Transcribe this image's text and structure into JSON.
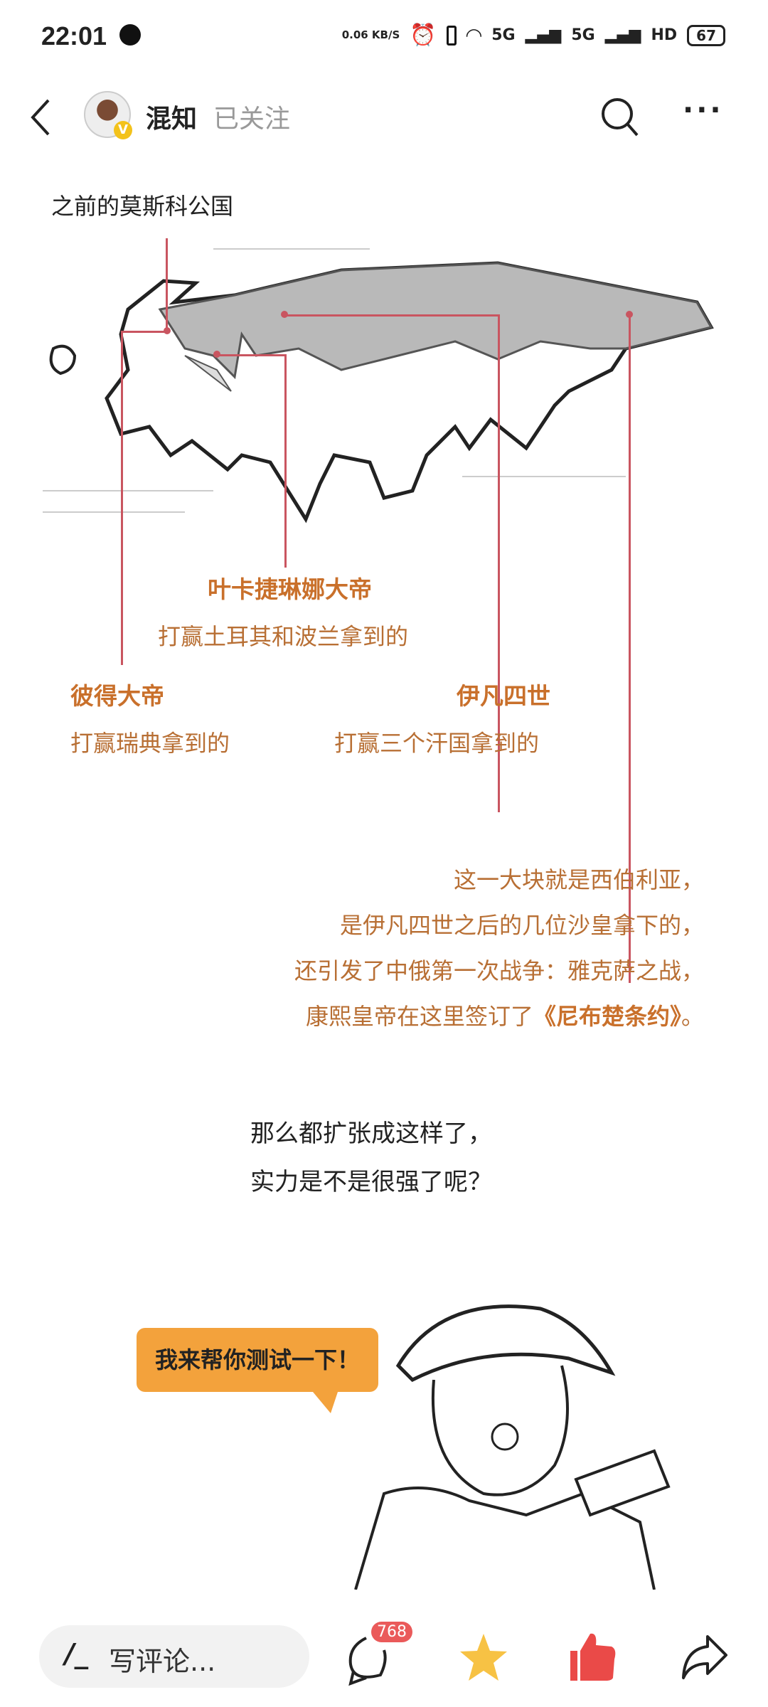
{
  "status_bar": {
    "time": "22:01",
    "net_speed": "0.06 KB/S",
    "signal1": "5G",
    "signal2": "5G",
    "hd": "HD",
    "battery": "67"
  },
  "header": {
    "author": "混知",
    "follow_status": "已关注",
    "icons": [
      "back-icon",
      "search-icon",
      "more-icon"
    ]
  },
  "map": {
    "moscow_label": "之前的莫斯科公国",
    "catherine": {
      "name": "叶卡捷琳娜大帝",
      "desc": "打赢土耳其和波兰拿到的"
    },
    "peter": {
      "name": "彼得大帝",
      "desc": "打赢瑞典拿到的"
    },
    "ivan": {
      "name": "伊凡四世",
      "desc": "打赢三个汗国拿到的"
    },
    "siberia": {
      "lines": [
        "这一大块就是西伯利亚，",
        "是伊凡四世之后的几位沙皇拿下的，",
        "还引发了中俄第一次战争：雅克萨之战，",
        "康熙皇帝在这里签订了"
      ],
      "treaty": "《尼布楚条约》",
      "end": "。"
    }
  },
  "question": {
    "lines": [
      "那么都扩张成这样了，",
      "实力是不是很强了呢？"
    ]
  },
  "bubble": {
    "text": "我来帮你测试一下！"
  },
  "bottom_bar": {
    "comment_placeholder": "写评论...",
    "comment_count": "768",
    "colors": {
      "star": "#f7c244",
      "like": "#ea4a48",
      "badge": "#ea5a5a"
    }
  }
}
